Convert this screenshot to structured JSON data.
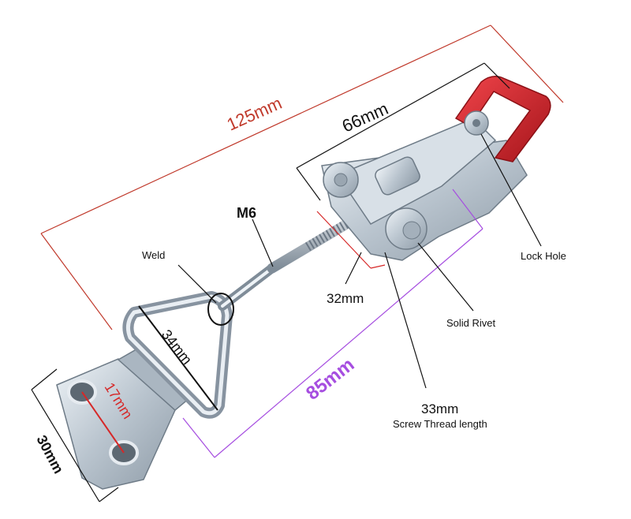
{
  "dimensions": {
    "overall_length": "125mm",
    "latch_length": "66mm",
    "rod_thread": "M6",
    "latch_width": "32mm",
    "loop_width": "34mm",
    "thread_length": "85mm",
    "screw_thread": "33mm",
    "hole_spacing": "17mm",
    "plate_width": "30mm"
  },
  "callouts": {
    "weld": "Weld",
    "lock_hole": "Lock Hole",
    "solid_rivet": "Solid Rivet",
    "screw_thread_length": "Screw Thread length"
  },
  "colors": {
    "overall_dim": "#c0392b",
    "thread_dim": "#a64ee0",
    "hole_dim": "#d62828",
    "steel": "#c9d3dc",
    "handle": "#d5222a",
    "ink": "#111111"
  }
}
